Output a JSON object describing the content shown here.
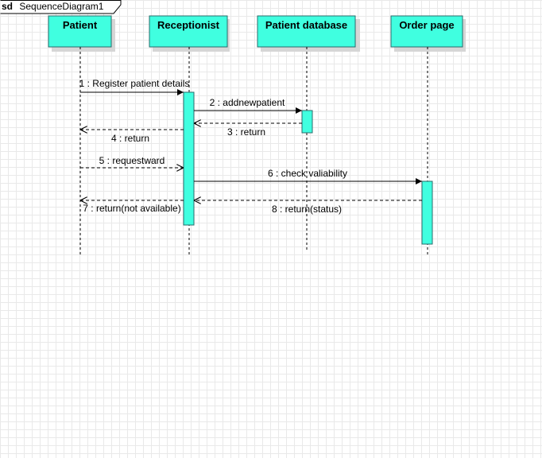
{
  "diagram": {
    "frame": {
      "keyword": "sd",
      "name": "SequenceDiagram1"
    },
    "colors": {
      "lifeline_fill": "#40ffe0",
      "lifeline_stroke": "#2a6b6b",
      "shadow": "#d6d6d6",
      "line": "#000000"
    },
    "lifelines": [
      {
        "id": "patient",
        "label": "Patient"
      },
      {
        "id": "receptionist",
        "label": "Receptionist"
      },
      {
        "id": "patient_database",
        "label": "Patient database"
      },
      {
        "id": "order_page",
        "label": "Order page"
      }
    ],
    "messages": [
      {
        "id": "m1",
        "label": "1 : Register patient details",
        "from": "patient",
        "to": "receptionist",
        "kind": "sync"
      },
      {
        "id": "m2",
        "label": "2 : addnewpatient",
        "from": "receptionist",
        "to": "patient_database",
        "kind": "sync"
      },
      {
        "id": "m3",
        "label": "3 : return",
        "from": "patient_database",
        "to": "receptionist",
        "kind": "return"
      },
      {
        "id": "m4",
        "label": "4 : return",
        "from": "receptionist",
        "to": "patient",
        "kind": "return"
      },
      {
        "id": "m5",
        "label": "5 : requestward",
        "from": "patient",
        "to": "receptionist",
        "kind": "async"
      },
      {
        "id": "m6",
        "label": "6 : check valiability",
        "from": "receptionist",
        "to": "order_page",
        "kind": "sync"
      },
      {
        "id": "m7",
        "label": "7 : return(not available)",
        "from": "receptionist",
        "to": "patient",
        "kind": "return"
      },
      {
        "id": "m8",
        "label": "8 : return(status)",
        "from": "order_page",
        "to": "receptionist",
        "kind": "return"
      }
    ]
  }
}
